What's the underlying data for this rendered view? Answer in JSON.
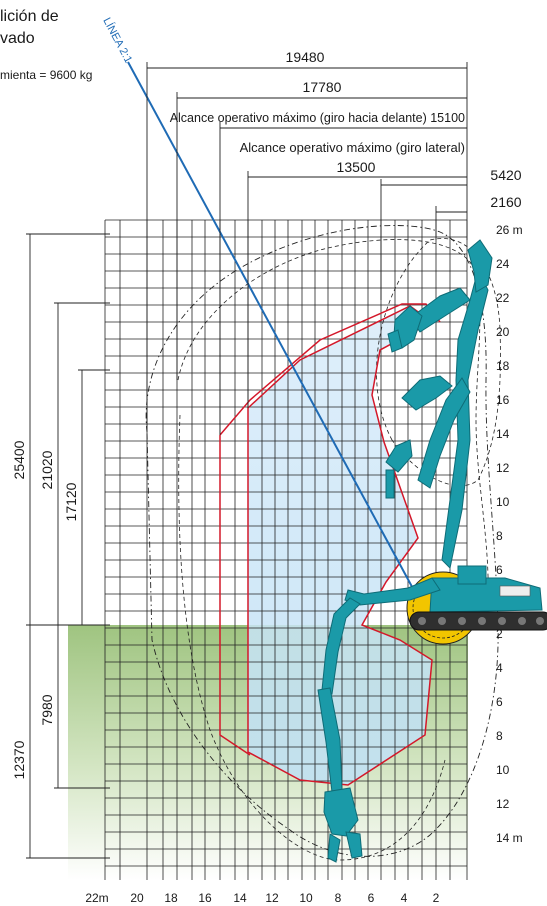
{
  "header": {
    "title_line1": "lición de",
    "title_line2": "vado",
    "tool_weight": "mienta = 9600 kg"
  },
  "diagonal_label": "LÍNEA 2:1",
  "dimensions_horizontal": [
    {
      "value": "19480"
    },
    {
      "value": "17780"
    },
    {
      "value": "Alcance operativo máximo (giro hacia delante) 15100"
    },
    {
      "value": "Alcance operativo máximo (giro lateral)",
      "value2": "13500"
    },
    {
      "value": "5420"
    },
    {
      "value": "2160"
    }
  ],
  "dimensions_vertical": [
    "25400",
    "21020",
    "17120",
    "7980",
    "12370"
  ],
  "y_axis_up": [
    "26 m",
    "24",
    "22",
    "20",
    "18",
    "16",
    "14",
    "12",
    "10",
    "8",
    "6"
  ],
  "y_axis_down": [
    "2",
    "4",
    "6",
    "8",
    "10",
    "12",
    "14 m"
  ],
  "x_axis": [
    "22m",
    "20",
    "18",
    "16",
    "14",
    "12",
    "10",
    "8",
    "6",
    "4",
    "2"
  ],
  "colors": {
    "machine": "#1a9aa8",
    "machine_dark": "#0e6c77",
    "envelope_red": "#d4182a",
    "line_blue": "#1f6bb5",
    "fill_blue": "#cfe6f7",
    "ground_green": "#a9c98b",
    "grid": "#222222",
    "yellow": "#f2c500"
  }
}
